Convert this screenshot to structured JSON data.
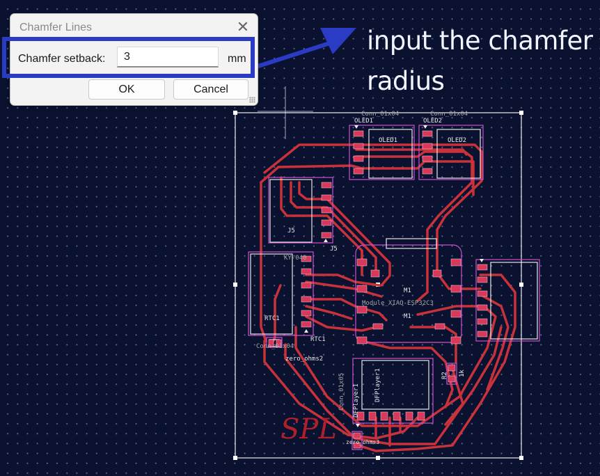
{
  "dialog": {
    "title": "Chamfer Lines",
    "close_icon": "close-icon",
    "setback_label": "Chamfer setback:",
    "setback_value": "3",
    "unit": "mm",
    "ok_label": "OK",
    "cancel_label": "Cancel",
    "grip_icon": "resize-grip-icon"
  },
  "annotation": {
    "text": "input the chamfer radius",
    "arrow_icon": "arrow-icon",
    "highlight_color": "#2b3cc4"
  },
  "pcb": {
    "colors": {
      "background": "#0a1230",
      "copper": "#c8323a",
      "pad": "#d8385a",
      "silkscreen": "#e8e8e8",
      "fab": "#d04fd0",
      "board_edge": "#f0f0f0",
      "logo": "#b0202a"
    },
    "labels": {
      "conn1": "Conn_01x04",
      "conn2": "Conn_01x04",
      "oled1_ref": "OLED1",
      "oled1_val": "OLED1",
      "oled2_ref": "OLED2",
      "oled2_val": "OLED2",
      "j5_a": "J5",
      "j5_b": "J5",
      "ky": "KY-040",
      "rtc_a": "RTC1",
      "rtc_b": "RTC1",
      "conn3": "Conn_01x04",
      "zero1": "zero_ohms2",
      "m1_a": "M1",
      "m1_b": "M1",
      "module": "Module_XIAO-ESP32C3",
      "conn4": "Conn_01x05",
      "dfp_a": "DFPlayer1",
      "dfp_b": "DFPlayer1",
      "r2": "R2",
      "r1k": "1k",
      "zero2": "zero_ohms3",
      "logo": "SPL"
    }
  }
}
